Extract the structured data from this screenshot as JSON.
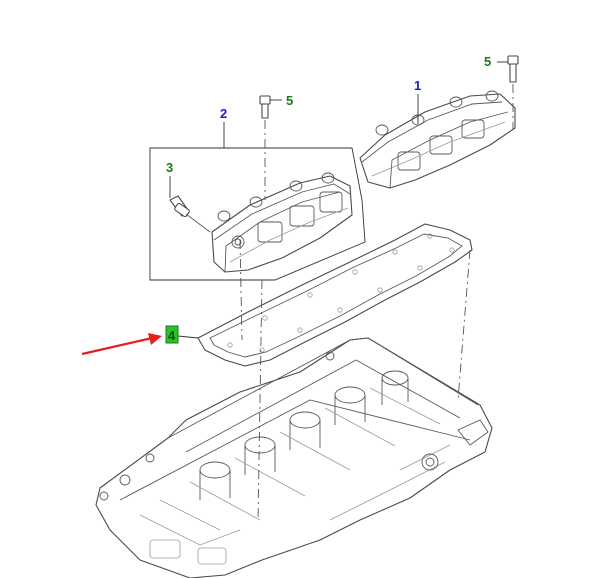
{
  "callouts": [
    {
      "id": "1",
      "label": "1",
      "color": "#1a1ad6"
    },
    {
      "id": "2",
      "label": "2",
      "color": "#1a1ad6"
    },
    {
      "id": "3",
      "label": "3",
      "color": "#1d7a1d"
    },
    {
      "id": "4",
      "label": "4",
      "color": "#1d7a1d",
      "highlight": "#27c427"
    },
    {
      "id": "5a",
      "label": "5",
      "color": "#1d7a1d"
    },
    {
      "id": "5b",
      "label": "5",
      "color": "#1d7a1d"
    }
  ],
  "pointer": {
    "color": "#e81c1c"
  },
  "parts": [
    "camshaft-carrier-right",
    "camshaft-carrier-left-assembly",
    "sensor",
    "gasket",
    "bolt",
    "cylinder-head"
  ]
}
